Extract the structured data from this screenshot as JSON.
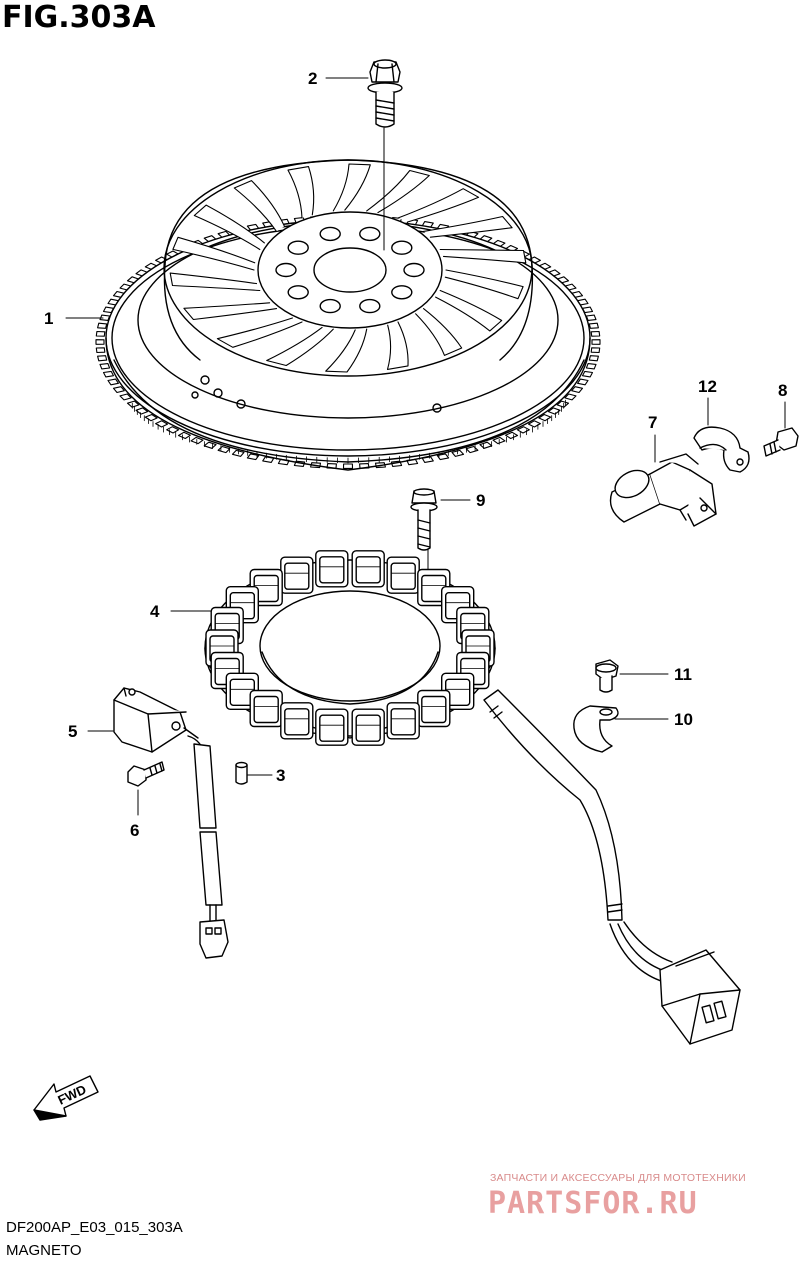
{
  "figure": {
    "title": "FIG.303A"
  },
  "callouts": [
    {
      "id": "1",
      "label": "1"
    },
    {
      "id": "2",
      "label": "2"
    },
    {
      "id": "3",
      "label": "3"
    },
    {
      "id": "4",
      "label": "4"
    },
    {
      "id": "5",
      "label": "5"
    },
    {
      "id": "6",
      "label": "6"
    },
    {
      "id": "7",
      "label": "7"
    },
    {
      "id": "8",
      "label": "8"
    },
    {
      "id": "9",
      "label": "9"
    },
    {
      "id": "10",
      "label": "10"
    },
    {
      "id": "11",
      "label": "11"
    },
    {
      "id": "12",
      "label": "12"
    }
  ],
  "fwd_label": "FWD",
  "footer": {
    "code": "DF200AP_E03_015_303A",
    "name": "MAGNETO"
  },
  "watermark": {
    "tagline": "ЗАПЧАСТИ И АКСЕССУАРЫ ДЛЯ МОТОТЕХНИКИ",
    "logo": "PARTSFOR.RU"
  }
}
